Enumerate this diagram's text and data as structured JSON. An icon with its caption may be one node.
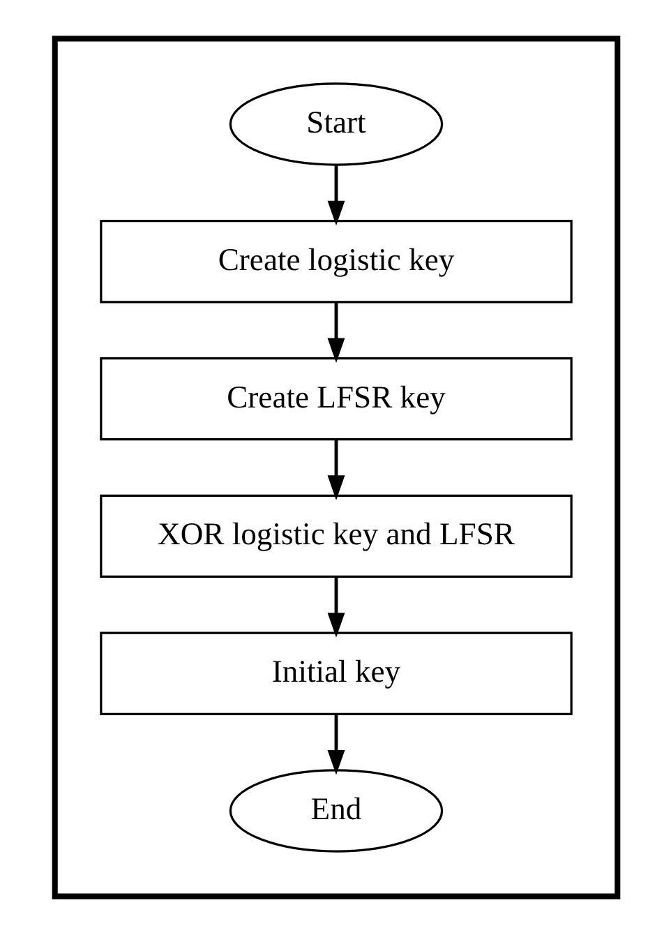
{
  "diagram": {
    "nodes": [
      {
        "text": [],
        "shape": "box"
      },
      {
        "text": [
          "Start"
        ],
        "in": 0
      },
      {
        "text": [
          "Create logistic key"
        ],
        "in": 0
      },
      {
        "text": [
          "Create LFSR key"
        ],
        "in": 0
      },
      {
        "text": [
          "XOR logistic key and LFSR"
        ],
        "in": 0
      },
      {
        "text": [
          "Initial key"
        ],
        "in": 0
      },
      {
        "text": [
          "End"
        ],
        "in": 0
      }
    ],
    "edges": [
      {
        "from": 1,
        "to": 2,
        "arrow": "to"
      },
      {
        "from": 2,
        "to": 3,
        "arrow": "to"
      },
      {
        "from": 3,
        "to": 4,
        "arrow": "to"
      },
      {
        "from": 4,
        "to": 5,
        "arrow": "to"
      },
      {
        "from": 5,
        "to": 6,
        "arrow": "to"
      }
    ]
  }
}
